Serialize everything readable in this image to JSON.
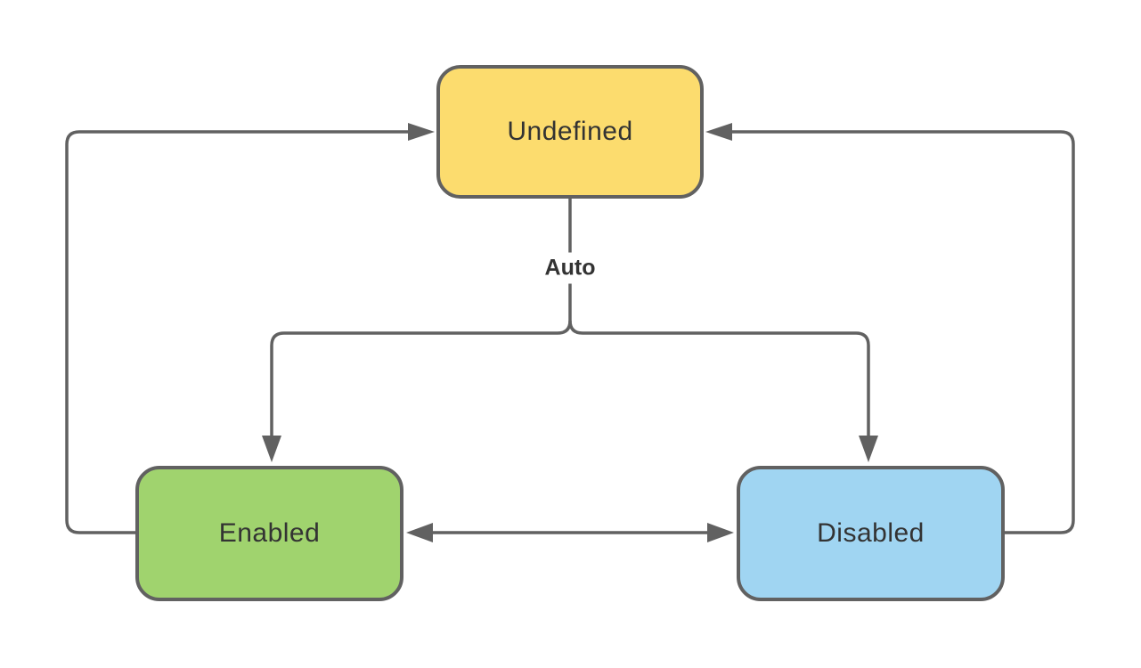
{
  "diagram": {
    "nodes": [
      {
        "id": "undefined",
        "label": "Undefined",
        "fill": "#FCDC6E"
      },
      {
        "id": "enabled",
        "label": "Enabled",
        "fill": "#A0D36E"
      },
      {
        "id": "disabled",
        "label": "Disabled",
        "fill": "#A0D5F2"
      }
    ],
    "edges": [
      {
        "from": "enabled",
        "to": "undefined",
        "label": ""
      },
      {
        "from": "disabled",
        "to": "undefined",
        "label": ""
      },
      {
        "from": "undefined",
        "to": "enabled",
        "label": "Auto"
      },
      {
        "from": "undefined",
        "to": "disabled",
        "label": "Auto"
      },
      {
        "from": "enabled",
        "to": "disabled",
        "bidirectional": true,
        "label": ""
      }
    ],
    "edge_label": "Auto",
    "colors": {
      "line": "#616161",
      "border": "#616161",
      "text": "#333333",
      "background": "#FFFFFF"
    }
  }
}
